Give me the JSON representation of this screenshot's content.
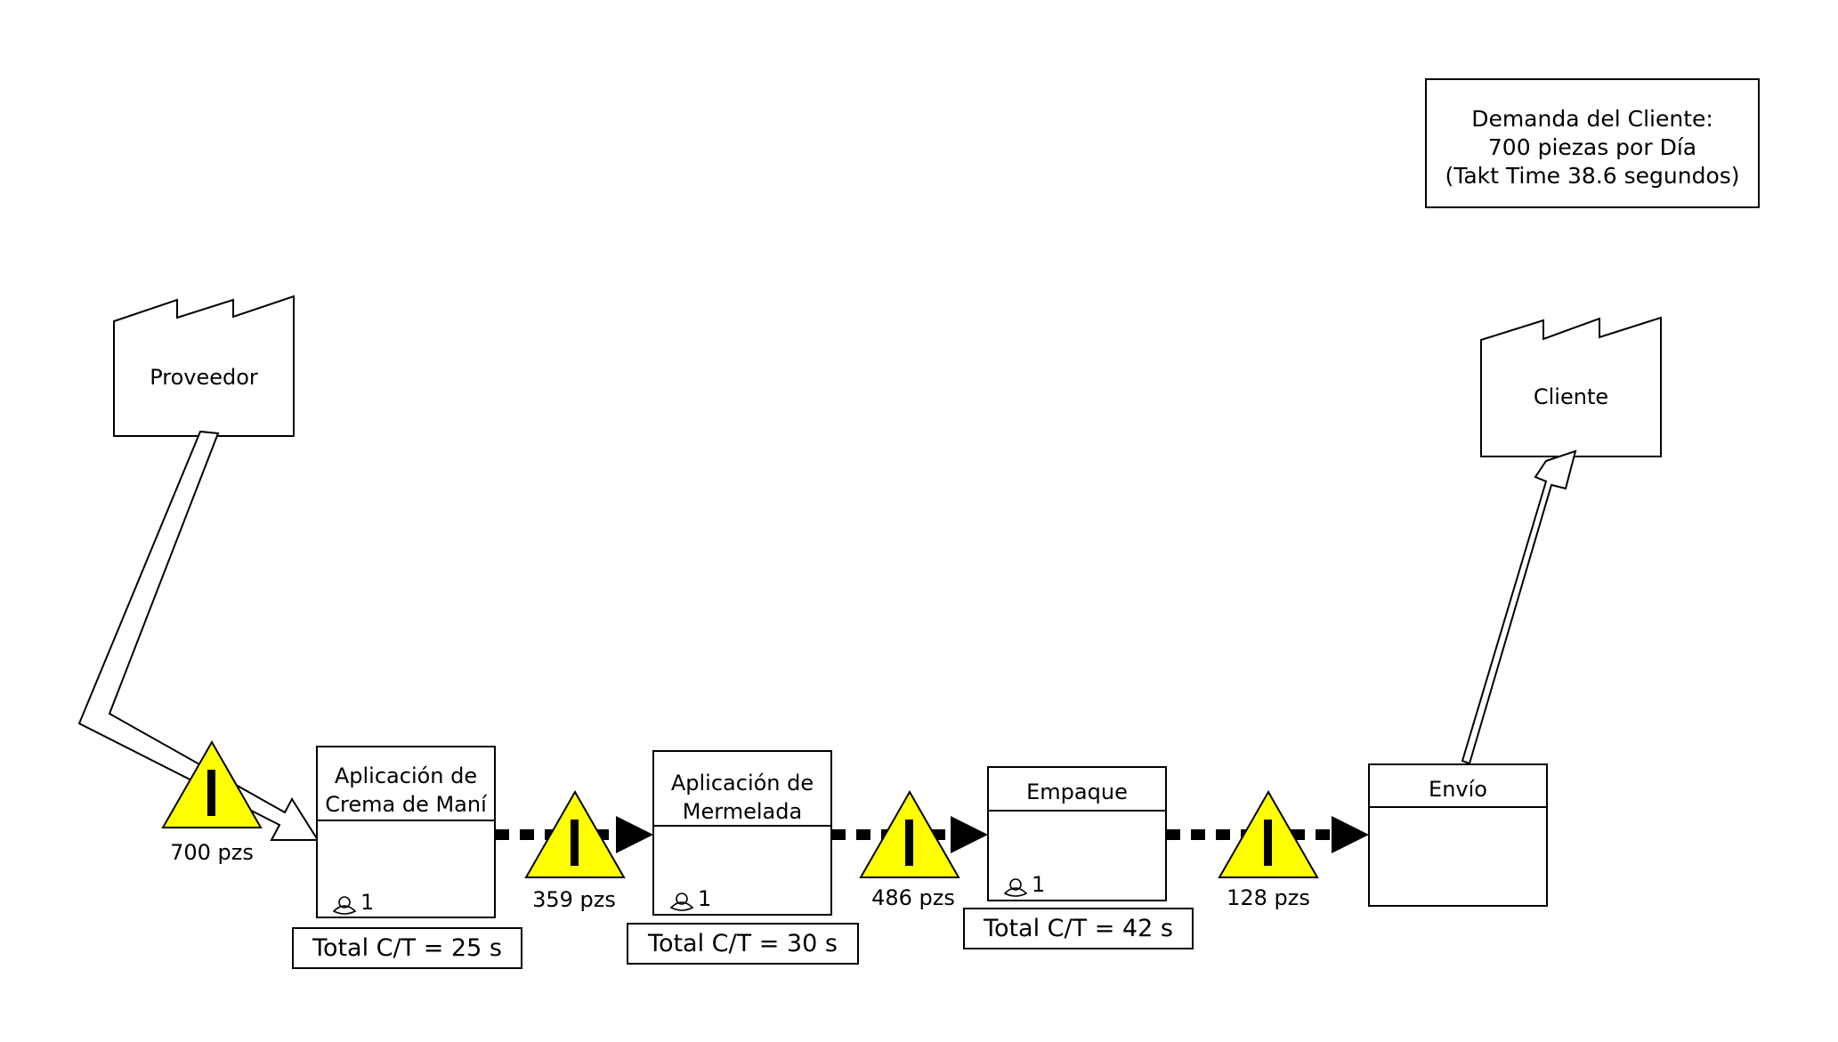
{
  "demand": {
    "line1": "Demanda del Cliente:",
    "line2": "700 piezas por Día",
    "line3": "(Takt Time 38.6 segundos)"
  },
  "supplier": {
    "label": "Proveedor"
  },
  "customer": {
    "label": "Cliente"
  },
  "processes": [
    {
      "name": "Aplicación de\nCrema de Maní",
      "operators": "1",
      "total_ct": "Total C/T = 25 s"
    },
    {
      "name": "Aplicación de\nMermelada",
      "operators": "1",
      "total_ct": "Total C/T = 30 s"
    },
    {
      "name": "Empaque",
      "operators": "1",
      "total_ct": "Total C/T = 42 s"
    },
    {
      "name": "Envío"
    }
  ],
  "inventories": [
    {
      "label": "700 pzs"
    },
    {
      "label": "359 pzs"
    },
    {
      "label": "486 pzs"
    },
    {
      "label": "128 pzs"
    }
  ],
  "colors": {
    "inventory": "#ffff00",
    "stroke": "#000000"
  }
}
